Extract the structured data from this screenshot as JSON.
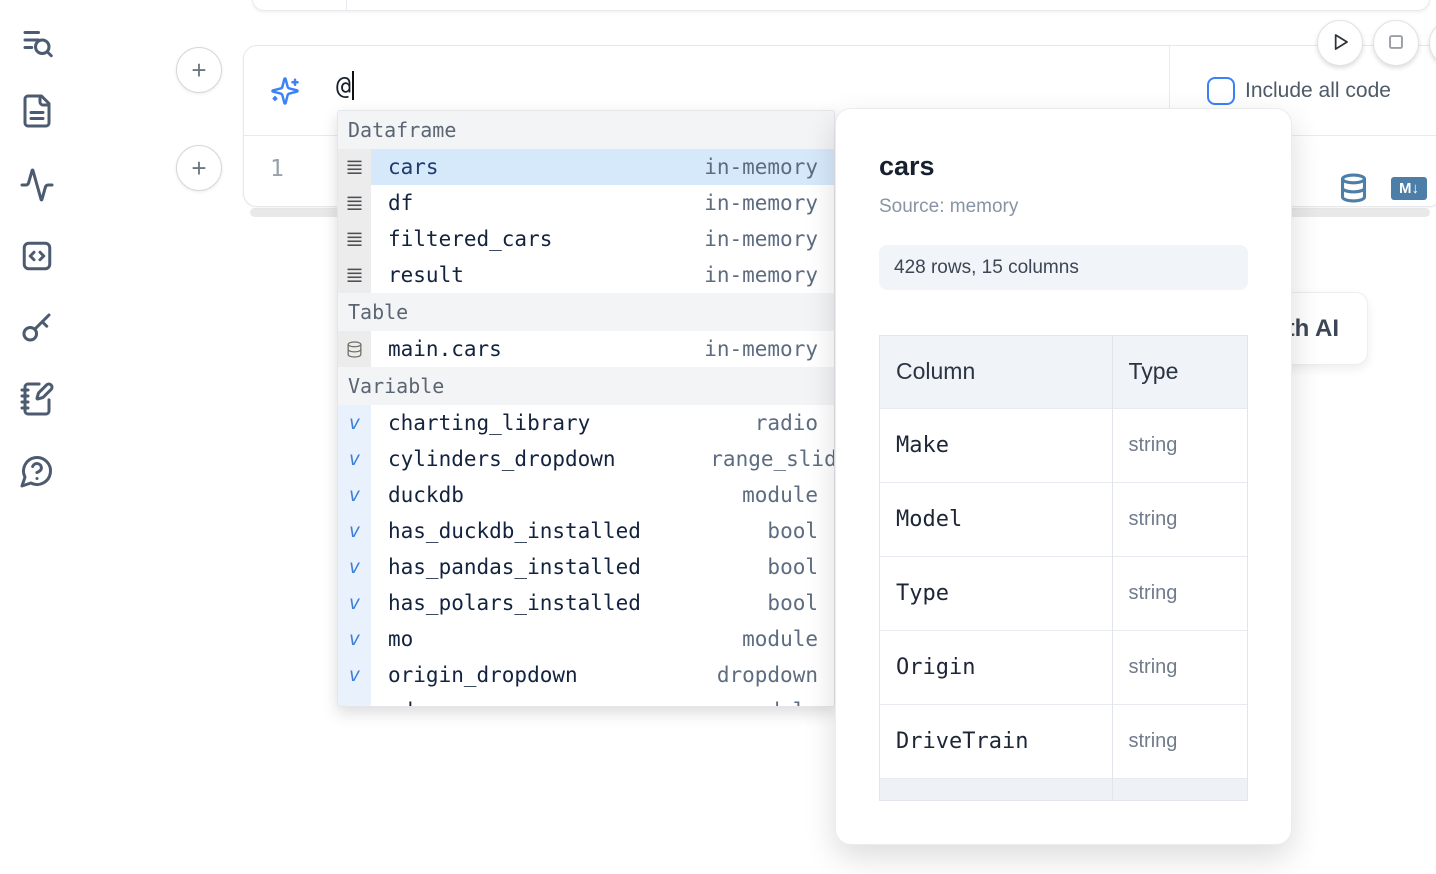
{
  "colors": {
    "accent_blue": "#3b82f6",
    "steel_blue": "#4c7ea8",
    "selection_bg": "#d6e9fb",
    "sidebar_icon": "#4d5b70"
  },
  "sidebar": {
    "items": [
      {
        "icon": "list-search-icon"
      },
      {
        "icon": "file-text-icon"
      },
      {
        "icon": "activity-icon"
      },
      {
        "icon": "code-square-icon"
      },
      {
        "icon": "key-icon"
      },
      {
        "icon": "notebook-pen-icon"
      },
      {
        "icon": "help-chat-icon"
      }
    ]
  },
  "toolbar": {
    "run_icon": "play-icon",
    "stop_icon": "stop-icon"
  },
  "add_cell": {
    "plus_label": "+"
  },
  "ai_input": {
    "value": "@",
    "include_all_code_label": "Include all code",
    "checkbox_checked": false
  },
  "editor": {
    "line_number": "1"
  },
  "cell_actions": {
    "markdown_badge_label": "M↓"
  },
  "generate_ai": {
    "label": "Generate with AI"
  },
  "autocomplete": {
    "variable_icon_glyph": "v",
    "sections": [
      {
        "label": "Dataframe",
        "items": [
          {
            "name": "cars",
            "type": "in-memory",
            "selected": true
          },
          {
            "name": "df",
            "type": "in-memory"
          },
          {
            "name": "filtered_cars",
            "type": "in-memory"
          },
          {
            "name": "result",
            "type": "in-memory"
          }
        ]
      },
      {
        "label": "Table",
        "items": [
          {
            "name": "main.cars",
            "type": "in-memory"
          }
        ]
      },
      {
        "label": "Variable",
        "items": [
          {
            "name": "charting_library",
            "type": "radio"
          },
          {
            "name": "cylinders_dropdown",
            "type": "range_slider"
          },
          {
            "name": "duckdb",
            "type": "module"
          },
          {
            "name": "has_duckdb_installed",
            "type": "bool"
          },
          {
            "name": "has_pandas_installed",
            "type": "bool"
          },
          {
            "name": "has_polars_installed",
            "type": "bool"
          },
          {
            "name": "mo",
            "type": "module"
          },
          {
            "name": "origin_dropdown",
            "type": "dropdown"
          },
          {
            "name": "pd",
            "type": "module"
          }
        ]
      }
    ]
  },
  "popover": {
    "title": "cars",
    "source_label": "Source: memory",
    "shape_label": "428 rows, 15 columns",
    "table": {
      "headers": [
        "Column",
        "Type"
      ],
      "rows": [
        [
          "Make",
          "string"
        ],
        [
          "Model",
          "string"
        ],
        [
          "Type",
          "string"
        ],
        [
          "Origin",
          "string"
        ],
        [
          "DriveTrain",
          "string"
        ]
      ]
    }
  }
}
